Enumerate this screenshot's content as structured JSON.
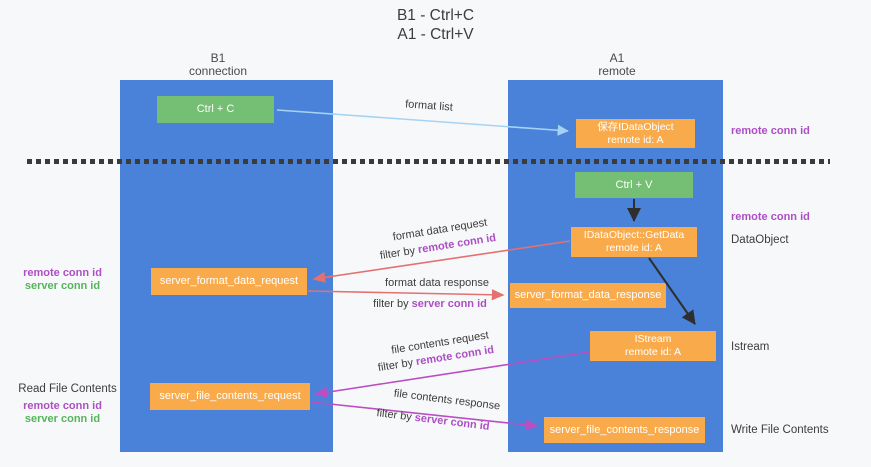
{
  "title": {
    "line1": "B1 - Ctrl+C",
    "line2": "A1 - Ctrl+V"
  },
  "lanes": {
    "left": {
      "name": "B1",
      "subtitle": "connection"
    },
    "right": {
      "name": "A1",
      "subtitle": "remote"
    }
  },
  "nodes": {
    "ctrl_c": {
      "label": "Ctrl + C"
    },
    "ctrl_v": {
      "label": "Ctrl + V"
    },
    "save_dataobject": {
      "line1": "保存IDataObject",
      "line2": "remote id: A"
    },
    "getdata": {
      "line1": "IDataObject::GetData",
      "line2": "remote id: A"
    },
    "format_request": {
      "label": "server_format_data_request"
    },
    "format_response": {
      "label": "server_format_data_response"
    },
    "istream": {
      "line1": "IStream",
      "line2": "remote id: A"
    },
    "file_request": {
      "label": "server_file_contents_request"
    },
    "file_response": {
      "label": "server_file_contents_response"
    }
  },
  "annotations": {
    "format_list": "format list",
    "format_data_request": "format data request",
    "format_request_filter": {
      "prefix": "filter by",
      "value": "remote conn id"
    },
    "format_data_response": "format data response",
    "format_response_filter": {
      "prefix": "filter by",
      "value": "server conn id"
    },
    "file_contents_request": "file contents request",
    "file_request_filter": {
      "prefix": "filter by",
      "value": "remote conn id"
    },
    "file_contents_response": "file contents response",
    "file_response_filter": {
      "prefix": "filter by",
      "value": "server conn id"
    }
  },
  "left_margin": {
    "format_remote_conn_id": "remote conn id",
    "format_server_conn_id": "server conn id",
    "read_file_contents": "Read File Contents",
    "file_remote_conn_id": "remote conn id",
    "file_server_conn_id": "server conn id"
  },
  "right_margin": {
    "top_remote_conn_id": "remote conn id",
    "mid_remote_conn_id": "remote conn id",
    "dataobject": "DataObject",
    "istream": "Istream",
    "write_file_contents": "Write File Contents"
  },
  "colors": {
    "lane_blue": "#4a82d9",
    "node_orange": "#f9ab4b",
    "node_green": "#74bf73",
    "arrow_light_blue": "#a5d3f3",
    "arrow_black": "#2e2e2e",
    "arrow_red": "#e57070",
    "arrow_magenta": "#bb4ec2",
    "label_purple": "#ad4fc4",
    "label_green": "#55b45c",
    "dash_line": "#3b3b3b",
    "background": "#f7f8fa"
  }
}
